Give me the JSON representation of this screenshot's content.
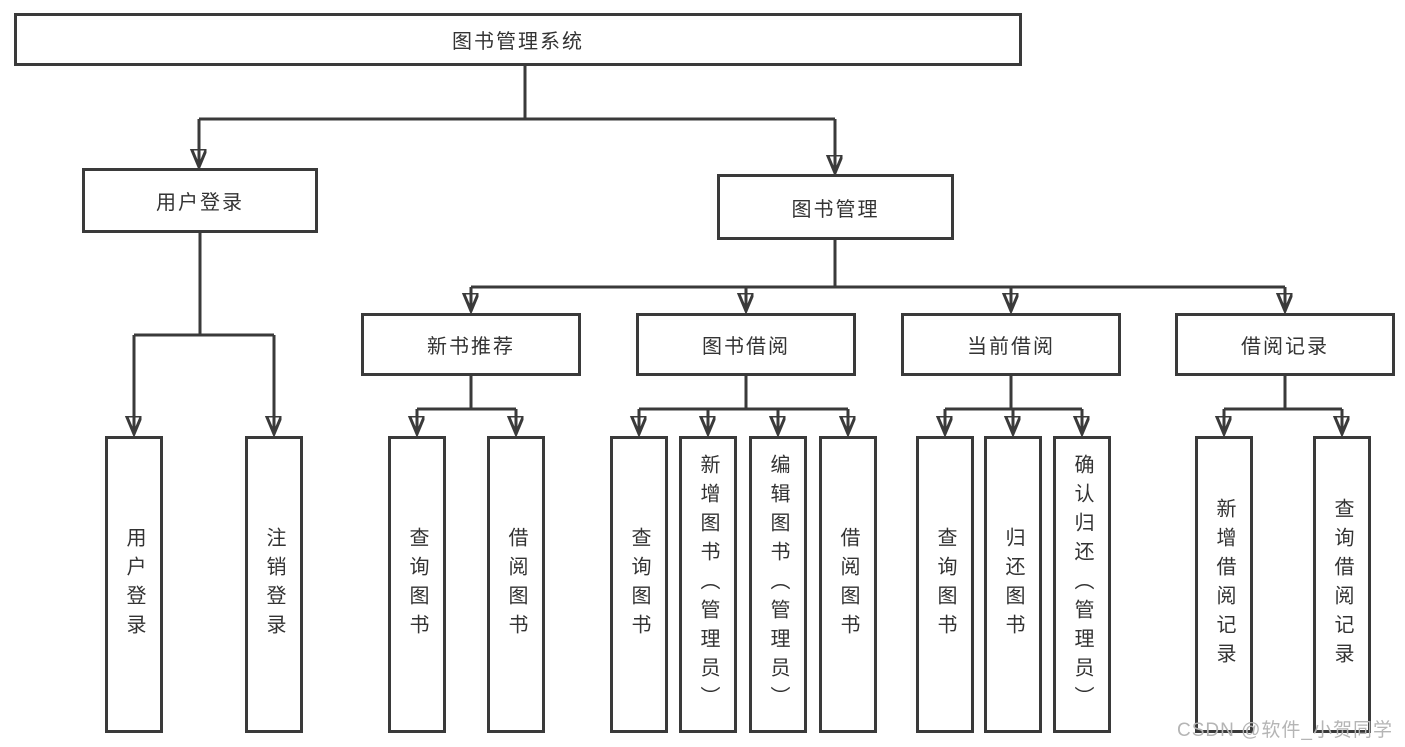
{
  "tree": {
    "root": {
      "label": "图书管理系统",
      "children": [
        {
          "label": "用户登录",
          "children": [
            {
              "label": "用户登录"
            },
            {
              "label": "注销登录"
            }
          ]
        },
        {
          "label": "图书管理",
          "children": [
            {
              "label": "新书推荐",
              "children": [
                {
                  "label": "查询图书"
                },
                {
                  "label": "借阅图书"
                }
              ]
            },
            {
              "label": "图书借阅",
              "children": [
                {
                  "label": "查询图书"
                },
                {
                  "label": "新增图书（管理员）"
                },
                {
                  "label": "编辑图书（管理员）"
                },
                {
                  "label": "借阅图书"
                }
              ]
            },
            {
              "label": "当前借阅",
              "children": [
                {
                  "label": "查询图书"
                },
                {
                  "label": "归还图书"
                },
                {
                  "label": "确认归还（管理员）"
                }
              ]
            },
            {
              "label": "借阅记录",
              "children": [
                {
                  "label": "新增借阅记录"
                },
                {
                  "label": "查询借阅记录"
                }
              ]
            }
          ]
        }
      ]
    }
  },
  "watermark": {
    "text": "CSDN @软件_小贺同学"
  },
  "colors": {
    "line": "#3a3a3a",
    "text": "#333333",
    "watermark": "#b5b5b5",
    "background": "#ffffff"
  }
}
